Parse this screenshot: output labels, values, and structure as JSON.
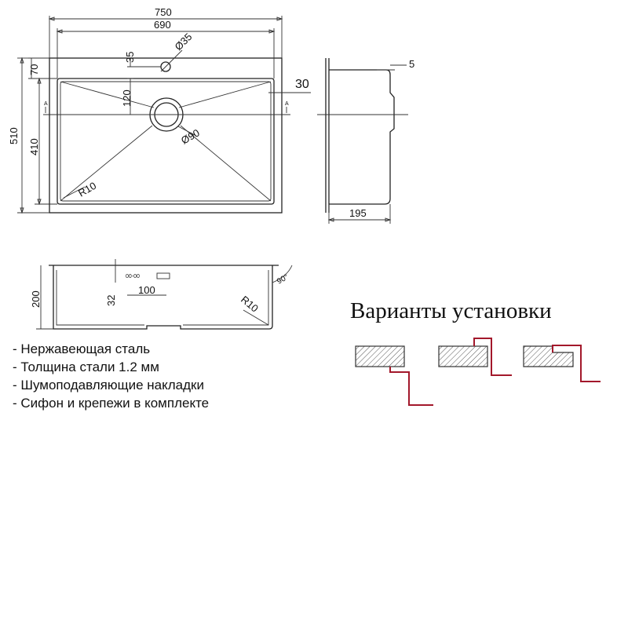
{
  "top_view": {
    "dim_overall_width": "750",
    "dim_bowl_width": "690",
    "dim_tap_hole": "Ø35",
    "dim_tap_offset": "35",
    "dim_flange_top": "70",
    "dim_overall_depth": "510",
    "dim_bowl_depth": "410",
    "dim_drain_offset": "120",
    "dim_drain": "Ø90",
    "dim_corner_radius": "R10",
    "section_marker_left": "A",
    "section_marker_right": "A"
  },
  "side_view": {
    "dim_flange": "5",
    "dim_edge": "30",
    "dim_side_depth": "195"
  },
  "section_view": {
    "dim_height": "200",
    "dim_slope": "32",
    "dim_overflow": "100",
    "dim_radius": "R10",
    "dim_angle": "90°"
  },
  "features": [
    "- Нержавеющая сталь",
    "- Толщина стали 1.2 мм",
    "- Шумоподавляющие накладки",
    "- Сифон и крепежи в комплекте"
  ],
  "install": {
    "title": "Варианты установки"
  },
  "colors": {
    "line": "#222222",
    "mount_profile": "#a3182b"
  }
}
